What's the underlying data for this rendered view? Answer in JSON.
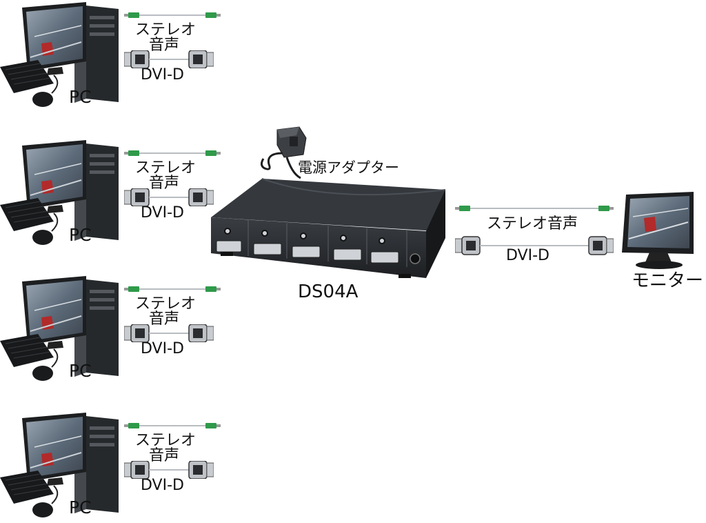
{
  "pc_label": "PC",
  "audio_label_line1": "ステレオ",
  "audio_label_line2": "音声",
  "dvi_label": "DVI-D",
  "adapter_label": "電源アダプター",
  "device_label": "DS04A",
  "out_audio_label": "ステレオ音声",
  "out_dvi_label": "DVI-D",
  "monitor_label": "モニター",
  "colors": {
    "device_body": "#2b2e32",
    "cable_plug_green": "#2f9a4a",
    "cable_line": "#b8bcc0",
    "screen": "#5d6b7a"
  }
}
